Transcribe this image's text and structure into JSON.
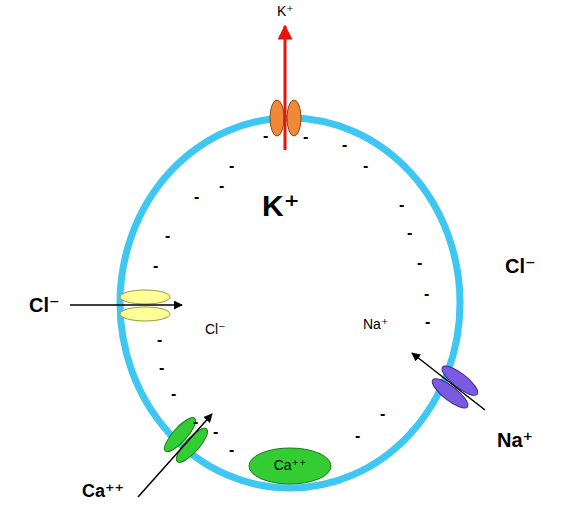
{
  "diagram": {
    "nodes": [
      {
        "text": [
          "K⁺",
          "Cl⁻",
          "Na⁺"
        ]
      },
      {
        "text": [
          "Ca⁺⁺"
        ],
        "in": 0
      }
    ],
    "labels": [
      "K⁺",
      "Cl⁻",
      "Cl⁻",
      "Na⁺",
      "Ca⁺⁺",
      "-",
      "-",
      "-",
      "-",
      "-",
      "-",
      "-",
      "-",
      "-",
      "-",
      "-",
      "-",
      "-",
      "-",
      "-",
      "-",
      "-",
      "-",
      "-",
      "-",
      "-",
      "-"
    ]
  }
}
